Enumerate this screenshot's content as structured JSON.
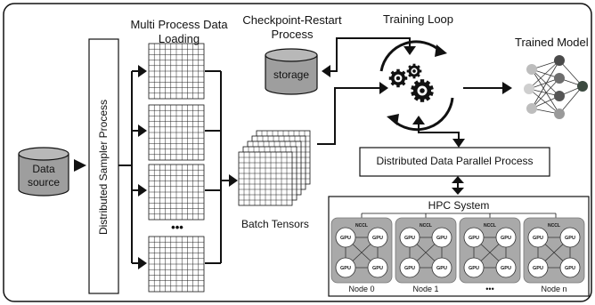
{
  "labels": {
    "data_source_line1": "Data",
    "data_source_line2": "source",
    "sampler": "Distributed Sampler Process",
    "mp_loading_line1": "Multi Process Data",
    "mp_loading_line2": "Loading",
    "ellipsis_grids": "•••",
    "batch_tensors": "Batch Tensors",
    "checkpoint_line1": "Checkpoint-Restart",
    "checkpoint_line2": "Process",
    "storage": "storage",
    "training_loop": "Training Loop",
    "trained_model": "Trained Model",
    "ddp": "Distributed Data Parallel Process",
    "hpc": "HPC System"
  },
  "hpc_nodes": [
    {
      "label": "Node 0",
      "nccl": "NCCL",
      "gpu": "GPU"
    },
    {
      "label": "Node 1",
      "nccl": "NCCL",
      "gpu": "GPU"
    },
    {
      "label": "•••",
      "nccl": "NCCL",
      "gpu": "GPU"
    },
    {
      "label": "Node n",
      "nccl": "NCCL",
      "gpu": "GPU"
    }
  ],
  "colors": {
    "line": "#111111",
    "cylinder": "#9e9e9e",
    "hpc_node_bg": "#a9a9a9",
    "gpu_fill": "#ffffff"
  }
}
